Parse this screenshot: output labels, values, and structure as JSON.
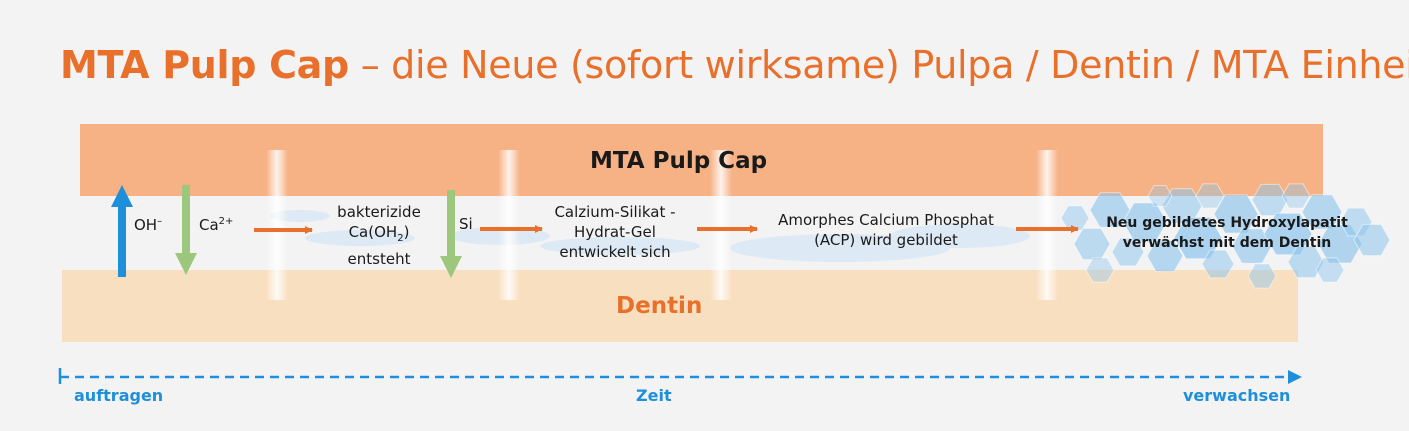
{
  "title": {
    "bold": "MTA Pulp Cap",
    "rest": " – die Neue (sofort wirksame) Pulpa / Dentin / MTA Einheit"
  },
  "layers": {
    "top": "MTA Pulp Cap",
    "bottom": "Dentin"
  },
  "ions": {
    "oh_base": "OH",
    "oh_sup": "–",
    "ca_base": "Ca",
    "ca_sup": "2+",
    "si": "Si"
  },
  "steps": {
    "s1_line1": "bakterizide",
    "s1_line2_a": "Ca(OH",
    "s1_line2_sub": "2",
    "s1_line2_b": ")",
    "s1_line3": "entsteht",
    "s2_line1": "Calzium-Silikat -",
    "s2_line2": "Hydrat-Gel",
    "s2_line3": "entwickelt sich",
    "s3_line1": "Amorphes Calcium Phosphat",
    "s3_line2": "(ACP) wird gebildet",
    "s4_line1": "Neu gebildetes Hydroxylapatit",
    "s4_line2": "verwächst mit dem Dentin"
  },
  "timeline": {
    "start": "auftragen",
    "middle": "Zeit",
    "end": "verwachsen"
  },
  "colors": {
    "accent_orange": "#e8702a",
    "mta_layer": "#f6b285",
    "dentin_layer": "#f8dfc0",
    "blue_arrow": "#1e8fd8",
    "green_arrow": "#9cc77c",
    "hex_blue": "#8cc3eb"
  }
}
